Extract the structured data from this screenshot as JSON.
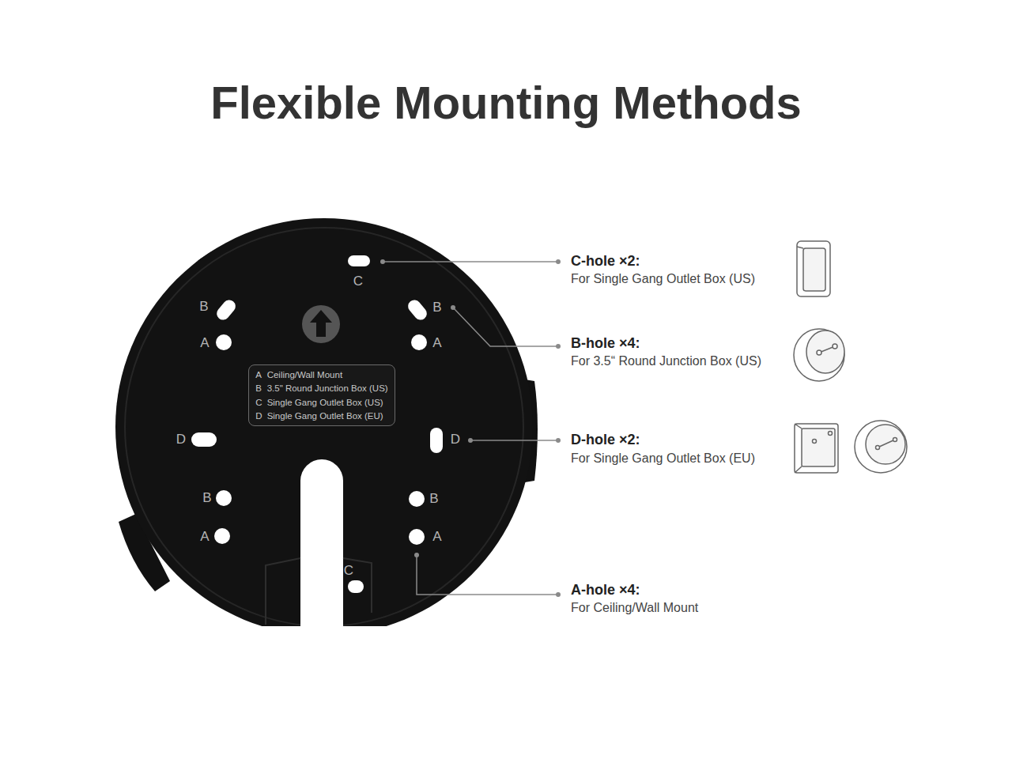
{
  "diagram": {
    "title": "Flexible Mounting Methods",
    "nodes": [
      {
        "text": [
          "A",
          "Ceiling/Wall Mount",
          "B",
          "3.5\" Round Junction Box (US)",
          "C",
          "Single Gang Outlet Box (US)",
          "D",
          "Single Gang Outlet Box (EU)"
        ]
      }
    ],
    "labels": [
      "C",
      "B",
      "B",
      "A",
      "A",
      "D",
      "D",
      "B",
      "B",
      "A",
      "A",
      "C",
      "C-hole ×2:",
      "For Single Gang Outlet Box (US)",
      "B-hole ×4:",
      "For 3.5“ Round Junction Box (US)",
      "D-hole ×2:",
      "For Single Gang Outlet Box (EU)",
      "A-hole ×4:",
      "For Ceiling/Wall Mount"
    ]
  }
}
